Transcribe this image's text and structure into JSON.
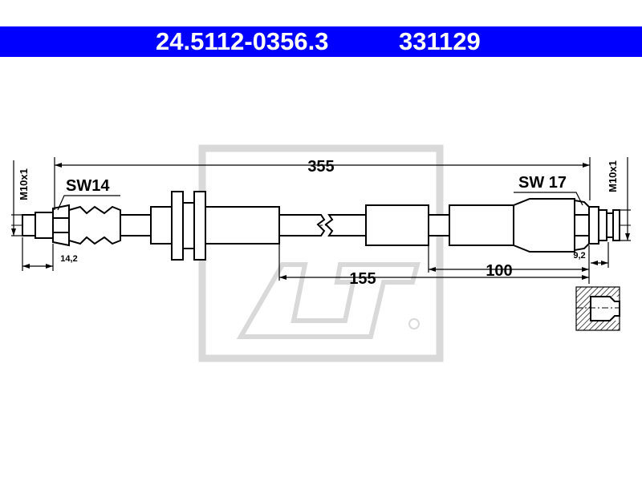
{
  "header": {
    "part_number": "24.5112-0356.3",
    "reference": "331129"
  },
  "dimensions": {
    "total_length": "355",
    "left_section": "155",
    "right_section": "100",
    "left_fitting_length": "14,2",
    "right_fitting_length": "9,2"
  },
  "labels": {
    "left_thread": "M10x1",
    "right_thread": "M10x1",
    "left_wrench": "SW14",
    "right_wrench": "SW 17"
  },
  "colors": {
    "header_bg": "#0000ff",
    "header_text": "#ffffff",
    "line": "#000000",
    "watermark": "#d9d9d9"
  }
}
